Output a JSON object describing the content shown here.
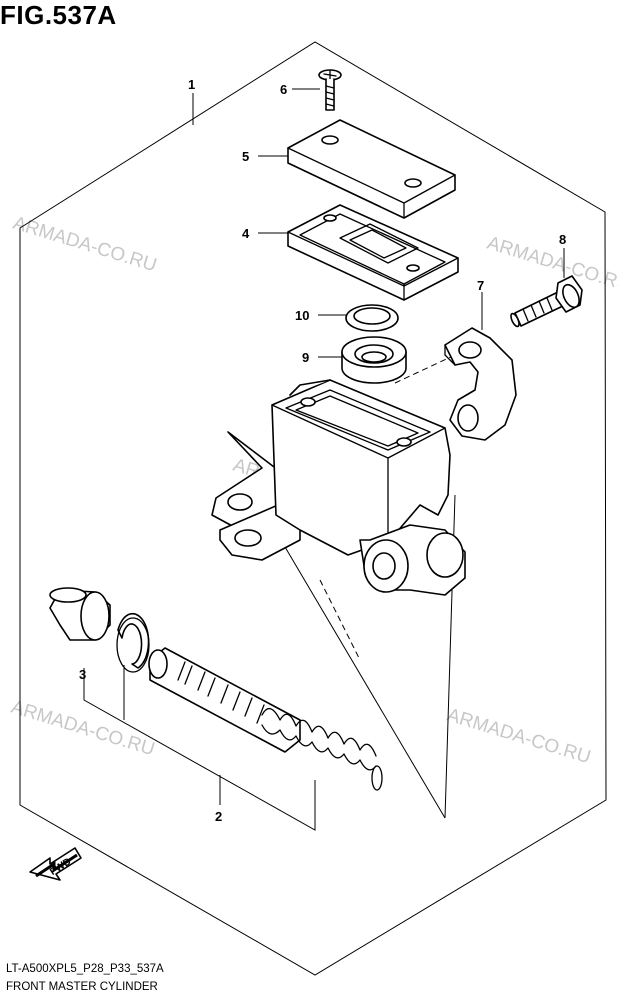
{
  "figure": {
    "title": "FIG.537A",
    "code": "LT-A500XPL5_P28_P33_537A",
    "name": "FRONT MASTER CYLINDER"
  },
  "watermark": "ARMADA-CO.RU",
  "fwd_label": "FWD",
  "callouts": {
    "c1": "1",
    "c2": "2",
    "c3": "3",
    "c4": "4",
    "c5": "5",
    "c6": "6",
    "c7": "7",
    "c8": "8",
    "c9": "9",
    "c10": "10"
  }
}
